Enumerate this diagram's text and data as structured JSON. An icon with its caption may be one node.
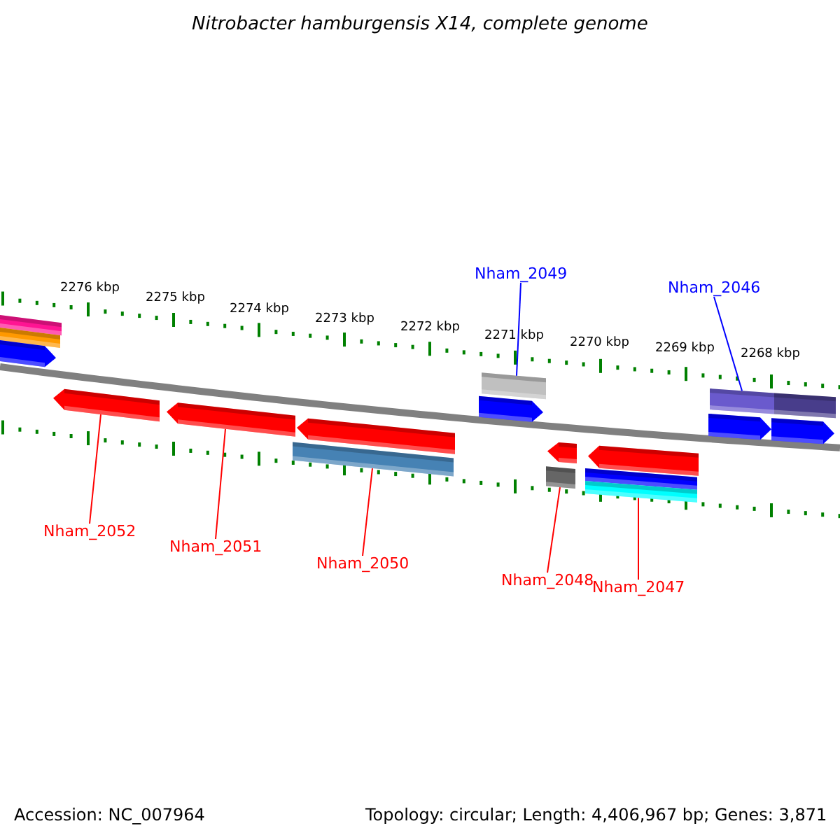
{
  "diagram": {
    "title": "Nitrobacter hamburgensis X14, complete genome",
    "nodes": [
      {
        "text": [
          "Nham_2049"
        ]
      },
      {
        "text": [
          "Nham_2046"
        ]
      },
      {
        "text": [
          "Nham_2052"
        ]
      },
      {
        "text": [
          "Nham_2051"
        ]
      },
      {
        "text": [
          "Nham_2050"
        ]
      },
      {
        "text": [
          "Nham_2048"
        ]
      },
      {
        "text": [
          "Nham_2047"
        ]
      },
      {
        "text": [],
        "shape": "bar"
      },
      {
        "text": [],
        "shape": "bar"
      },
      {
        "text": [],
        "shape": "arrow"
      },
      {
        "text": [],
        "shape": "arrow"
      },
      {
        "text": [],
        "shape": "arrow"
      },
      {
        "text": [],
        "shape": "bar"
      },
      {
        "text": [],
        "shape": "arrow"
      },
      {
        "text": [],
        "shape": "arrow"
      },
      {
        "text": [],
        "shape": "bar"
      },
      {
        "text": [],
        "shape": "bar"
      },
      {
        "text": [],
        "shape": "arrow"
      },
      {
        "text": [],
        "shape": "bar"
      },
      {
        "text": [],
        "shape": "bar"
      },
      {
        "text": [],
        "shape": "arrow"
      },
      {
        "text": [],
        "shape": "arrow"
      },
      {
        "text": [],
        "shape": "bar"
      },
      {
        "text": [],
        "shape": "arrow"
      },
      {
        "text": [],
        "shape": "bar"
      }
    ],
    "edges": [
      {
        "from": 0,
        "to": 15,
        "arrow": "none",
        "color": "#0000ff"
      },
      {
        "from": 1,
        "to": 22,
        "arrow": "none",
        "color": "#0000ff"
      },
      {
        "from": 2,
        "to": 10,
        "arrow": "none"
      },
      {
        "from": 3,
        "to": 11,
        "arrow": "none"
      },
      {
        "from": 4,
        "to": 12,
        "arrow": "none"
      },
      {
        "from": 5,
        "to": 16,
        "arrow": "none"
      },
      {
        "from": 6,
        "to": 19,
        "arrow": "none"
      }
    ],
    "labels": [
      "2276 kbp",
      "2275 kbp",
      "2274 kbp",
      "2273 kbp",
      "2272 kbp",
      "2271 kbp",
      "2270 kbp",
      "2269 kbp",
      "2268 kbp",
      "Accession: NC_007964",
      "Topology: circular; Length: 4,406,967 bp; Genes: 3,871"
    ]
  }
}
